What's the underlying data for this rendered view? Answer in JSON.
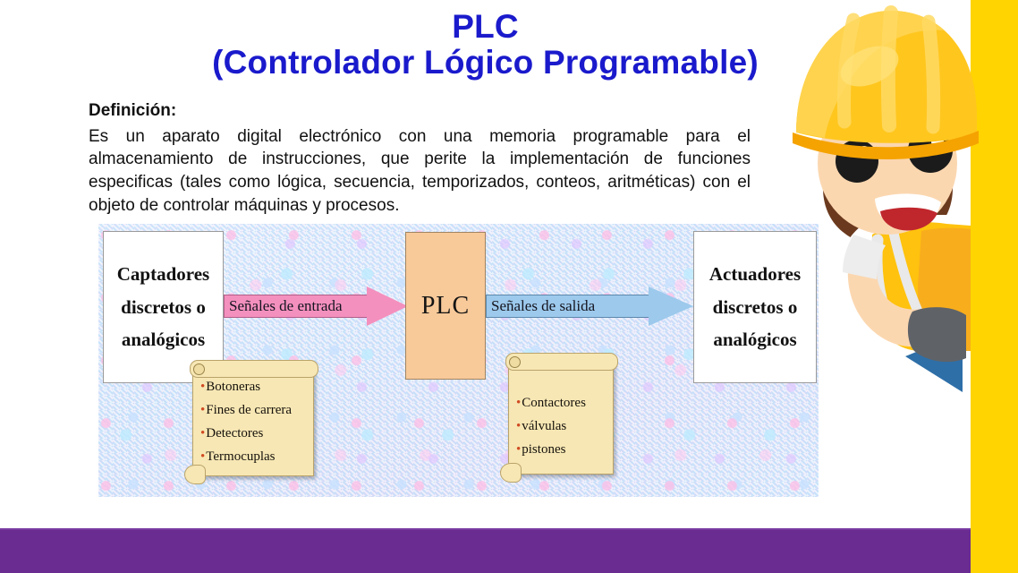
{
  "slide": {
    "title_line1": "PLC",
    "title_line2": "(Controlador Lógico Programable)",
    "title_color": "#1A1ACC",
    "background": "#FFFFFF",
    "accent_band_color": "#FFD400",
    "footer_bar_color": "#6B2C91"
  },
  "definition": {
    "label": "Definición:",
    "text": "Es un aparato digital electrónico con una memoria programable para el almacenamiento de instrucciones, que perite la implementación de funciones especificas (tales como lógica, secuencia, temporizados, conteos, aritméticas) con el objeto de controlar máquinas y procesos."
  },
  "diagram": {
    "input_box": "Captadores discretos o analógicos",
    "input_box_lines": [
      "Captadores",
      "discretos o",
      "analógicos"
    ],
    "center_box": "PLC",
    "center_box_color": "#F8C999",
    "output_box": "Actuadores discretos o analógicos",
    "output_box_lines": [
      "Actuadores",
      "discretos o",
      "analógicos"
    ],
    "input_arrow_label": "Señales de entrada",
    "input_arrow_color": "#F490BE",
    "output_arrow_label": "Señales de salida",
    "output_arrow_color": "#9CC9EC",
    "input_scroll_items": [
      "Botoneras",
      "Fines de carrera",
      "Detectores",
      "Termocuplas"
    ],
    "output_scroll_items": [
      "Contactores",
      "válvulas",
      "pistones"
    ],
    "scroll_paper_color": "#F7E7B4",
    "bullet_color": "#D04A22"
  },
  "worker": {
    "description": "cartoon construction worker with yellow hard hat",
    "helmet_color": "#FFC61E",
    "skin_color": "#FBD7B0",
    "vest_color": "#FFC20E",
    "glove_color": "#5F6368",
    "tool_color": "#2E6FA8"
  }
}
